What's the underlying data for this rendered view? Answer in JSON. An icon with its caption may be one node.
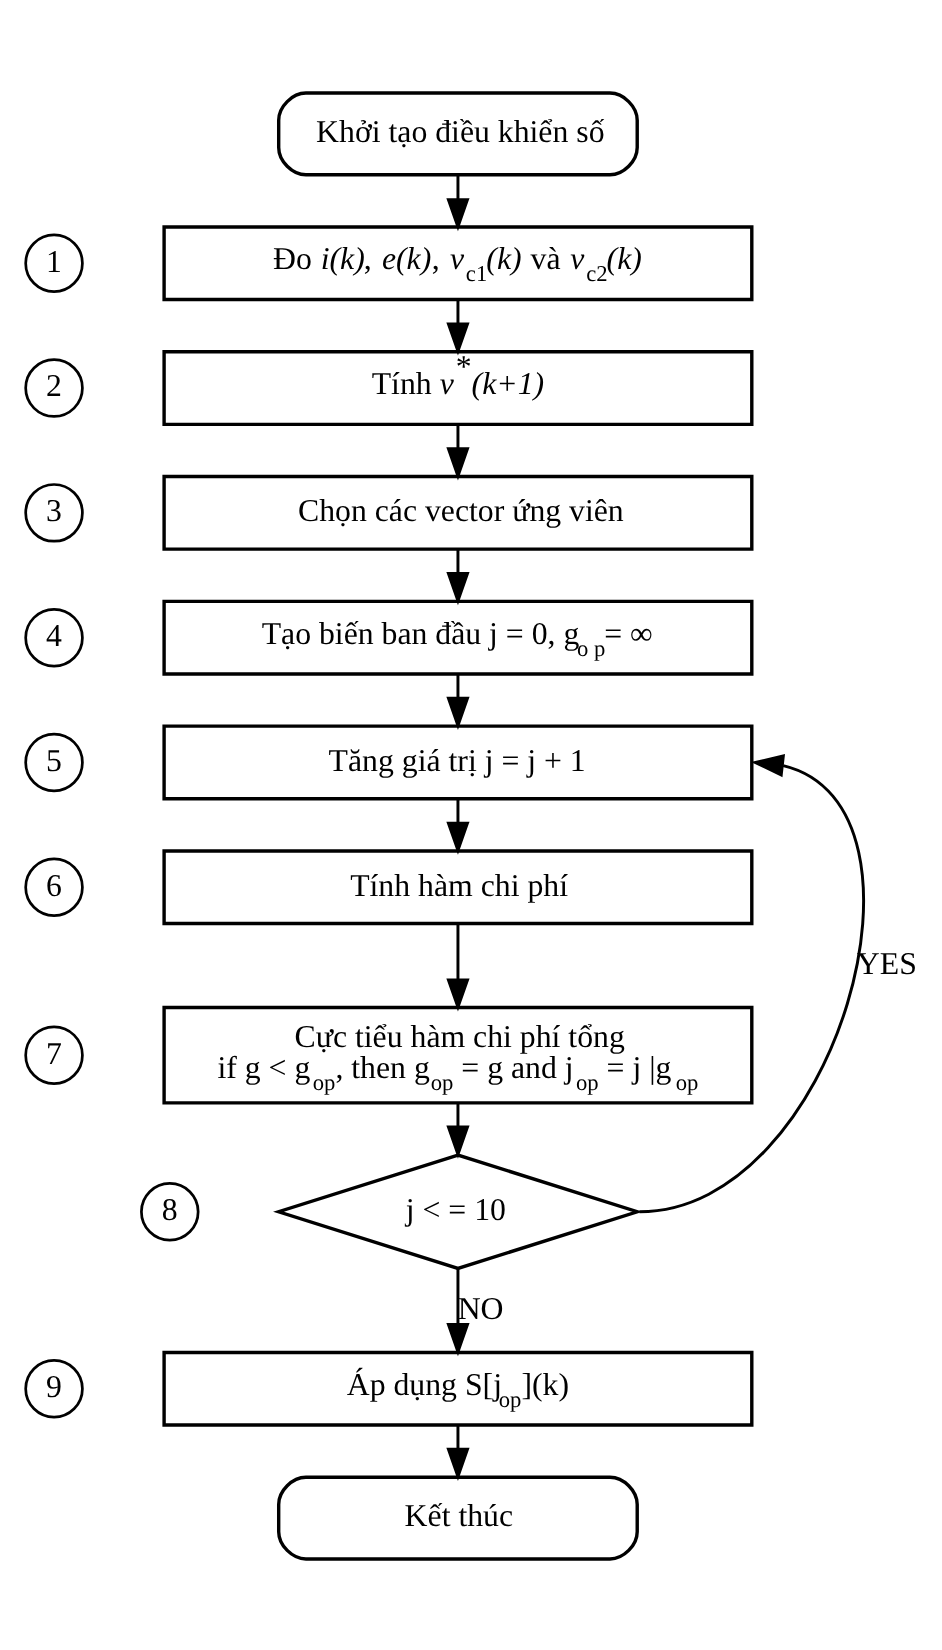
{
  "diagram": {
    "nodes": [
      {
        "text": [
          "Khởi tạo điều khiển số"
        ]
      },
      {
        "text": [
          "1"
        ]
      },
      {
        "text": [
          "Đo *i(k)*, *e(k)*, *v*$_{c1}$*(k)* và *v*$_{c2}$*(k)*"
        ]
      },
      {
        "text": [
          "2"
        ]
      },
      {
        "text": [
          "Tính *v*$^{*}$*(k+1)*"
        ]
      },
      {
        "text": [
          "3"
        ]
      },
      {
        "text": [
          "Chọn các vector ứng viên"
        ]
      },
      {
        "text": [
          "4"
        ]
      },
      {
        "text": [
          "Tạo biến ban đầu j = 0, g$_{o p}$= ∞"
        ]
      },
      {
        "text": [
          "5"
        ]
      },
      {
        "text": [
          "Tăng giá trị j = j + 1"
        ]
      },
      {
        "text": [
          "6"
        ]
      },
      {
        "text": [
          "Tính hàm chi phí"
        ]
      },
      {
        "text": [
          "7"
        ]
      },
      {
        "text": [
          "Cực tiểu hàm chi phí tổng",
          "if g < g$_{op}$, then g$_{op}$ = g and j$_{op}$ = j |g$_{op}$"
        ]
      },
      {
        "text": [
          "8"
        ]
      },
      {
        "text": [
          "j < = 10"
        ]
      },
      {
        "text": [
          "9"
        ]
      },
      {
        "text": [
          "Áp dụng S[j$_{op}$](k)"
        ]
      },
      {
        "text": [
          "Kết thúc"
        ]
      }
    ],
    "edges": [
      {
        "from": 0,
        "to": 2,
        "arrow": "to"
      },
      {
        "from": 2,
        "to": 4,
        "arrow": "to"
      },
      {
        "from": 4,
        "to": 6,
        "arrow": "to"
      },
      {
        "from": 6,
        "to": 8,
        "arrow": "to"
      },
      {
        "from": 8,
        "to": 10,
        "arrow": "to"
      },
      {
        "from": 10,
        "to": 12,
        "arrow": "to"
      },
      {
        "from": 12,
        "to": 14,
        "arrow": "to"
      },
      {
        "from": 14,
        "to": 16,
        "arrow": "to"
      },
      {
        "from": 16,
        "to": 10,
        "arrow": "to",
        "label": "YES"
      },
      {
        "from": 16,
        "to": 18,
        "arrow": "to",
        "label": "NO"
      },
      {
        "from": 18,
        "to": 19,
        "arrow": "to"
      }
    ]
  }
}
